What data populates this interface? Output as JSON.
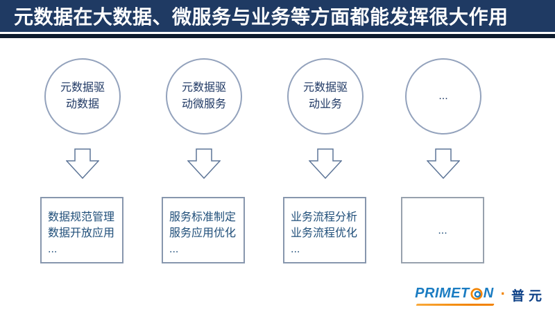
{
  "title": "元数据在大数据、微服务与业务等方面都能发挥很大作用",
  "colors": {
    "header_bg": "#1F3A63",
    "underbar": "#0D1B2D",
    "circle_border": "#93A2BC",
    "circle_text": "#1F3864",
    "arrow_stroke": "#5D7597",
    "box_border": "#8796AD",
    "box_text": "#1F4E79",
    "logo_blue": "#1A7CC2",
    "logo_orange": "#F28300",
    "logo_navy": "#0E4187"
  },
  "columns": [
    {
      "circle_line1": "元数据驱",
      "circle_line2": "动数据",
      "box_line1": "数据规范管理",
      "box_line2": "数据开放应用",
      "box_line3": "..."
    },
    {
      "circle_line1": "元数据驱",
      "circle_line2": "动微服务",
      "box_line1": "服务标准制定",
      "box_line2": "服务应用优化",
      "box_line3": "..."
    },
    {
      "circle_line1": "元数据驱",
      "circle_line2": "动业务",
      "box_line1": "业务流程分析",
      "box_line2": "业务流程优化",
      "box_line3": "..."
    },
    {
      "circle_line1": "...",
      "circle_line2": "",
      "box_line1": "",
      "box_line2": "",
      "box_line3": "..."
    }
  ],
  "logo": {
    "brand_prefix": "PRIMET",
    "brand_suffix": "N",
    "separator": "·",
    "brand_cjk": "普元"
  }
}
